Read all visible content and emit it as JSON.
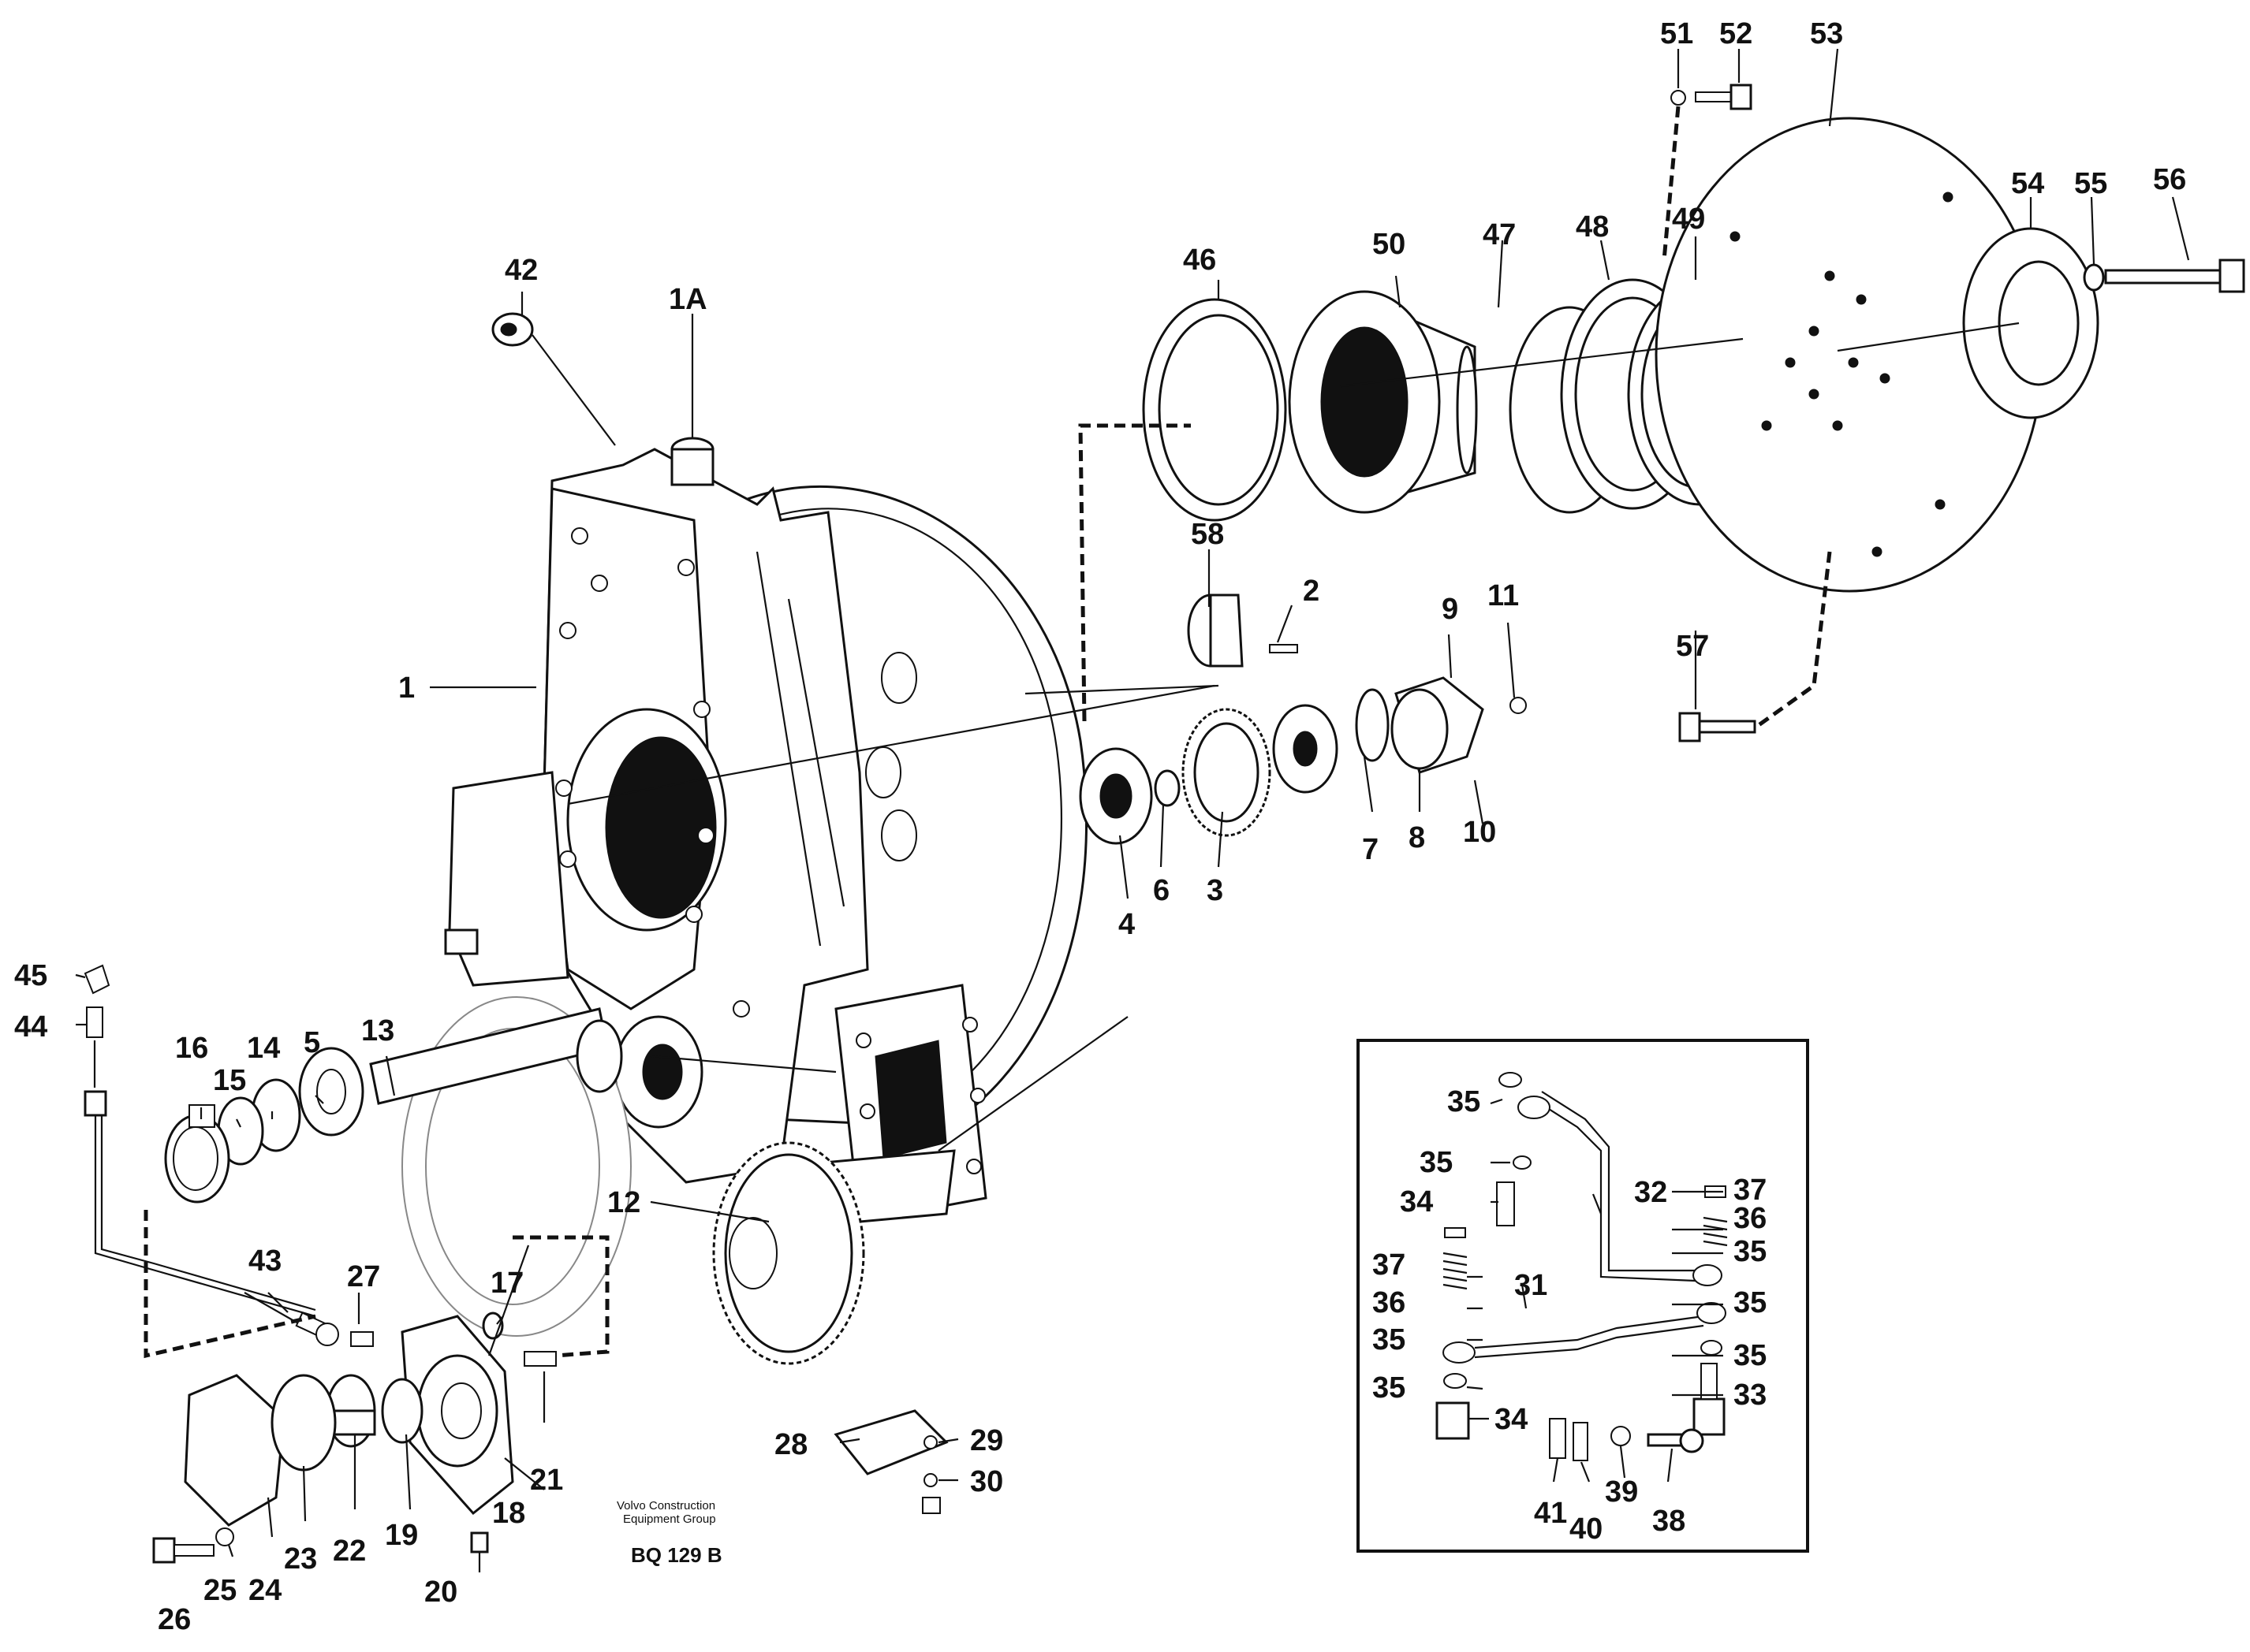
{
  "credit": {
    "line1": "Volvo Construction",
    "line2": "Equipment Group",
    "code": "BQ 129 B"
  },
  "labels": [
    {
      "id": "1A",
      "text": "1A"
    },
    {
      "id": "1",
      "text": "1"
    },
    {
      "id": "2",
      "text": "2"
    },
    {
      "id": "3",
      "text": "3"
    },
    {
      "id": "4",
      "text": "4"
    },
    {
      "id": "5",
      "text": "5"
    },
    {
      "id": "6",
      "text": "6"
    },
    {
      "id": "7",
      "text": "7"
    },
    {
      "id": "8",
      "text": "8"
    },
    {
      "id": "9",
      "text": "9"
    },
    {
      "id": "10",
      "text": "10"
    },
    {
      "id": "11",
      "text": "11"
    },
    {
      "id": "12",
      "text": "12"
    },
    {
      "id": "13",
      "text": "13"
    },
    {
      "id": "14",
      "text": "14"
    },
    {
      "id": "15",
      "text": "15"
    },
    {
      "id": "16",
      "text": "16"
    },
    {
      "id": "17",
      "text": "17"
    },
    {
      "id": "18",
      "text": "18"
    },
    {
      "id": "19",
      "text": "19"
    },
    {
      "id": "20",
      "text": "20"
    },
    {
      "id": "21",
      "text": "21"
    },
    {
      "id": "22",
      "text": "22"
    },
    {
      "id": "23",
      "text": "23"
    },
    {
      "id": "24",
      "text": "24"
    },
    {
      "id": "25",
      "text": "25"
    },
    {
      "id": "26",
      "text": "26"
    },
    {
      "id": "27",
      "text": "27"
    },
    {
      "id": "28",
      "text": "28"
    },
    {
      "id": "29",
      "text": "29"
    },
    {
      "id": "30",
      "text": "30"
    },
    {
      "id": "31",
      "text": "31"
    },
    {
      "id": "32",
      "text": "32"
    },
    {
      "id": "33",
      "text": "33"
    },
    {
      "id": "34a",
      "text": "34"
    },
    {
      "id": "34b",
      "text": "34"
    },
    {
      "id": "35a",
      "text": "35"
    },
    {
      "id": "35b",
      "text": "35"
    },
    {
      "id": "35c",
      "text": "35"
    },
    {
      "id": "35d",
      "text": "35"
    },
    {
      "id": "35e",
      "text": "35"
    },
    {
      "id": "35f",
      "text": "35"
    },
    {
      "id": "35g",
      "text": "35"
    },
    {
      "id": "36a",
      "text": "36"
    },
    {
      "id": "36b",
      "text": "36"
    },
    {
      "id": "37a",
      "text": "37"
    },
    {
      "id": "37b",
      "text": "37"
    },
    {
      "id": "38",
      "text": "38"
    },
    {
      "id": "39",
      "text": "39"
    },
    {
      "id": "40",
      "text": "40"
    },
    {
      "id": "41",
      "text": "41"
    },
    {
      "id": "42",
      "text": "42"
    },
    {
      "id": "43",
      "text": "43"
    },
    {
      "id": "44",
      "text": "44"
    },
    {
      "id": "45",
      "text": "45"
    },
    {
      "id": "46",
      "text": "46"
    },
    {
      "id": "47",
      "text": "47"
    },
    {
      "id": "48",
      "text": "48"
    },
    {
      "id": "49",
      "text": "49"
    },
    {
      "id": "50",
      "text": "50"
    },
    {
      "id": "51",
      "text": "51"
    },
    {
      "id": "52",
      "text": "52"
    },
    {
      "id": "53",
      "text": "53"
    },
    {
      "id": "54",
      "text": "54"
    },
    {
      "id": "55",
      "text": "55"
    },
    {
      "id": "56",
      "text": "56"
    },
    {
      "id": "57",
      "text": "57"
    },
    {
      "id": "58",
      "text": "58"
    }
  ]
}
